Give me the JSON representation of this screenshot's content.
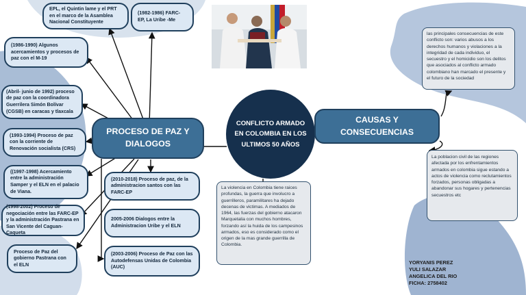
{
  "central_topic": "CONFLICTO ARMADO EN COLOMBIA EN LOS ULTIMOS 50 AÑOS",
  "branches": {
    "peace": "PROCESO DE PAZ Y DIALOGOS",
    "causes": "CAUSAS Y CONSECUENCIAS"
  },
  "peace_events": [
    "EPL, el Quintin lame y el PRT en el marco de la Asamblea Nacional Constituyente",
    "(1982-1986) FARC-EP, La Uribe -Me",
    "(1986-1990) Algunos acercamientos y procesos de paz con el M-19",
    "(Abril- junio de 1992) proceso de paz con la coordinadora Guerrilera Simón Bolívar (CGSB) en caracas y tlaxcala",
    "(1993-1994) Proceso de paz con la corriente de Renovación socialista (CRS)",
    "((1997-1998) Acercamiento entre la administración Samper y el ELN en el palacio de Viana.",
    "(1998-2002) Proceso de negociación entre las FARC-EP y la administración Pastrana en San Vicente del Caguan- Caqueta",
    "Proceso de Paz del gobierno Pastrana con el ELN",
    "(2010-2018) Proceso de paz, de la administracion santos con las FARC-EP",
    "2005-2006 Dialogos entre la Administracion Uribe y el ELN",
    "(2003-2006) Proceso de Paz con las Autodefensas Unidas de Colombia (AUC)"
  ],
  "consequences_text": "las principales consecuencias de este conflicto son: varios abusos a los derechos humanos y violaciones a la integridad de cada individuo, el secuestro y el homicidio son los delitos que asociados al conflicto armado colombiano han marcado el presente y el futuro de la sociedad",
  "civilians_text": "La poblacion civil de las regiones afectada por los enfrentamientos armados en colombia sigue estando a actos de violencia como reclutamientos forzados, personas obligadas a abandonar sus hogares y pertenencias secuestros etc",
  "origin_text": "La violencia en Colombia tiene raices profundas, la guerra que involucro a guerrilleros, paramilitares ha dejado decenas de victimas. A mediados de 1964, las fuerzas del gobierno atacaron Marquetalia con muchos hombres, forzando así la huida de los campesinos armados, eso es considerado como el origen de la mas grande guerrilla de Colombia.",
  "credits": [
    "YORYANIS PEREZ",
    "YULI SALAZAR",
    "ANGELICA DEL RIO",
    "FICHA: 2758402"
  ],
  "colors": {
    "main_node": "#3d6f96",
    "center_circle": "#16304d",
    "event_node": "#dce8f4",
    "border": "#1f3f5c",
    "blob": "#9fb4d1"
  }
}
